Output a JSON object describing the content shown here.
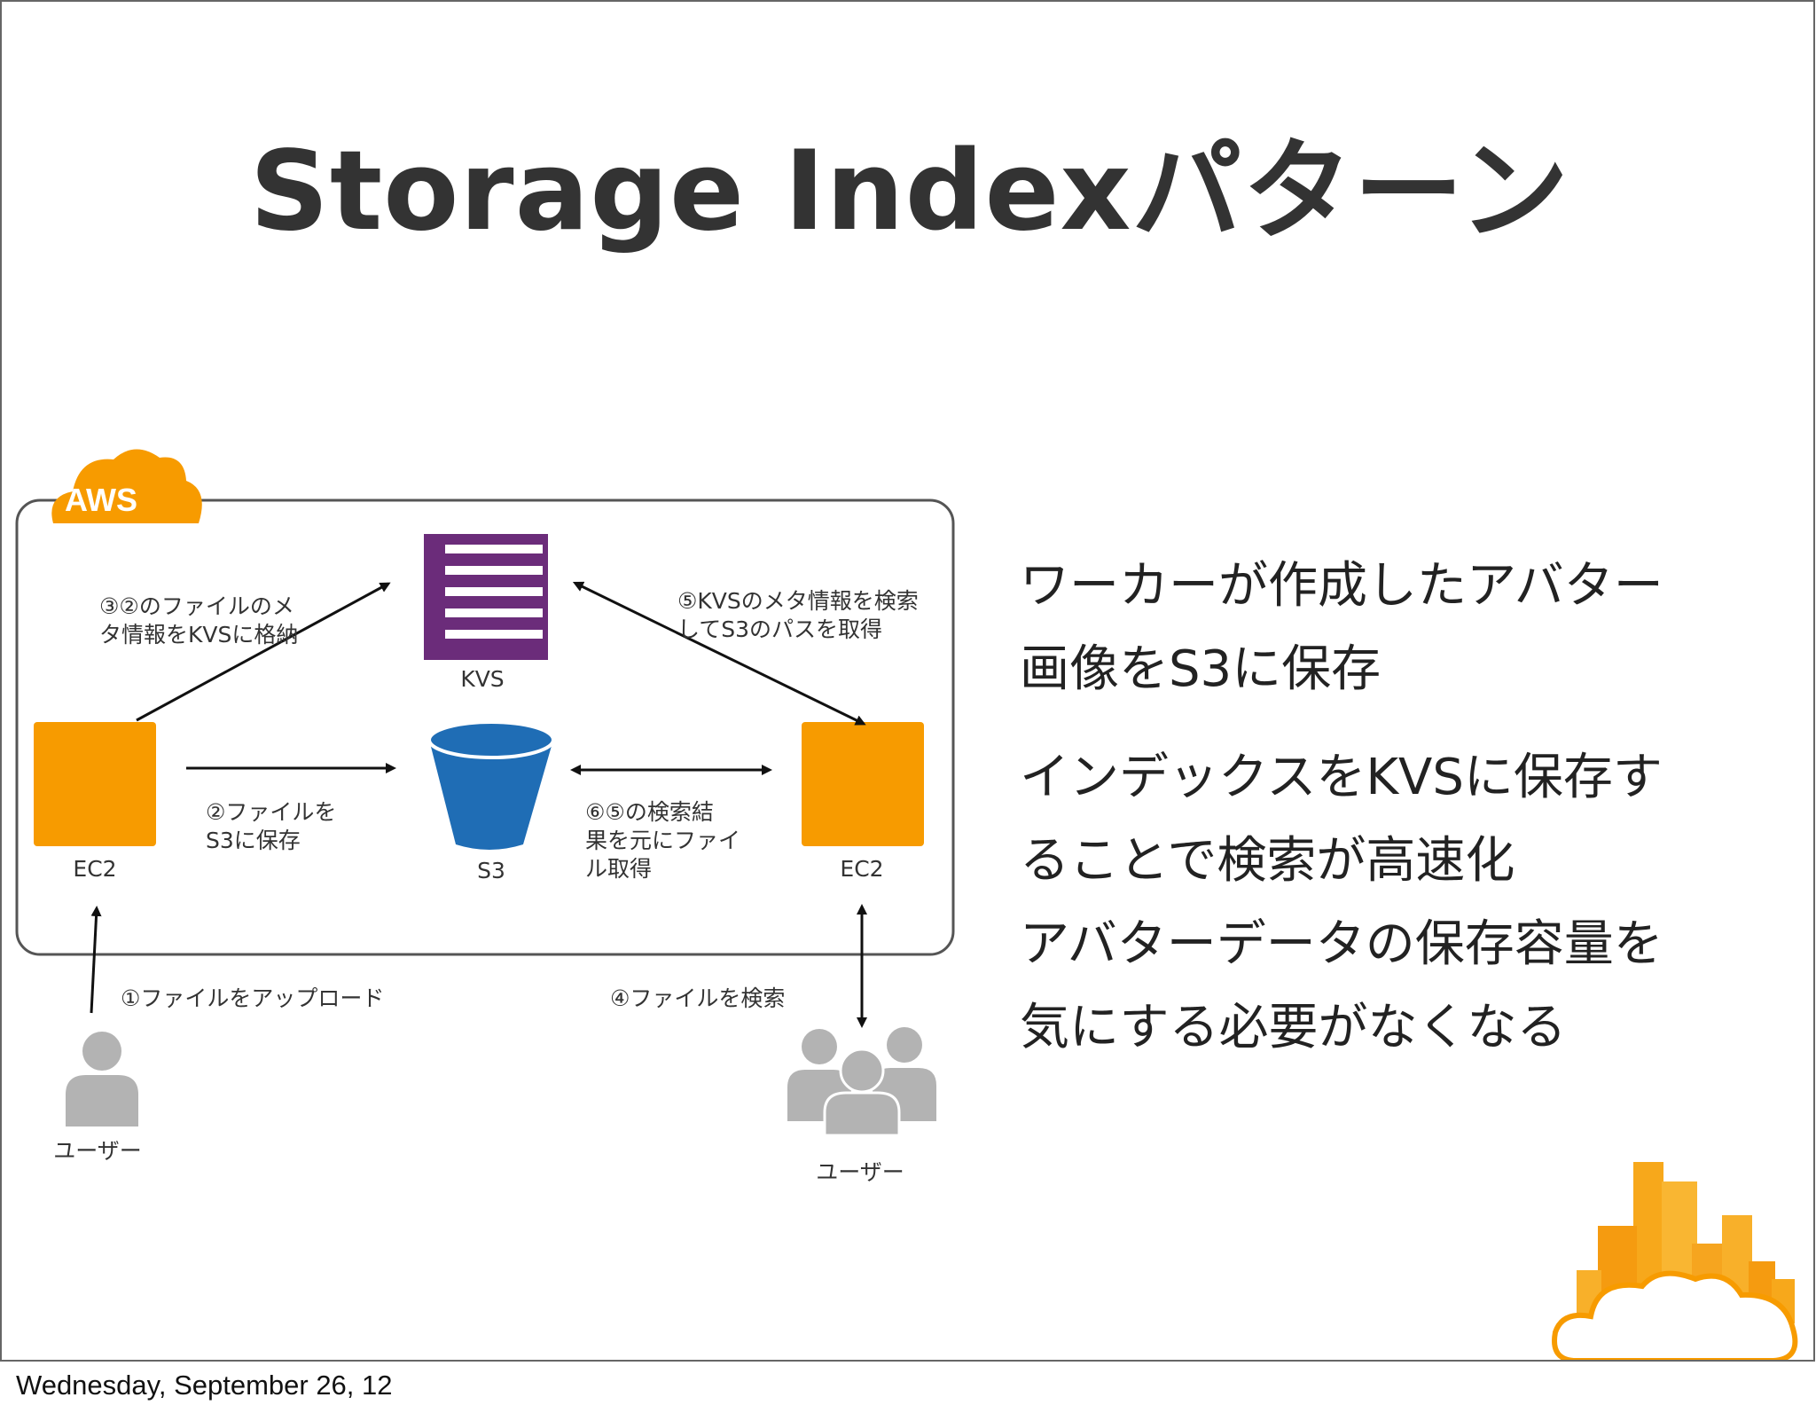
{
  "slide": {
    "title": "Storage Indexパターン",
    "footer": "Wednesday, September 26, 12"
  },
  "diagram": {
    "cloud_badge": "AWS",
    "nodes": {
      "kvs": "KVS",
      "s3": "S3",
      "ec2_left": "EC2",
      "ec2_right": "EC2",
      "user_left": "ユーザー",
      "user_right": "ユーザー"
    },
    "annotations": {
      "step1": "①ファイルをアップロード",
      "step2": [
        "②ファイルを",
        "S3に保存"
      ],
      "step3": [
        "③②のファイルのメ",
        "タ情報をKVSに格納"
      ],
      "step4": "④ファイルを検索",
      "step5": [
        "⑤KVSのメタ情報を検索",
        "してS3のパスを取得"
      ],
      "step6": [
        "⑥⑤の検索結",
        "果を元にファイ",
        "ル取得"
      ]
    }
  },
  "bullets": [
    [
      "ワーカーが作成したアバター",
      "画像をS3に保存"
    ],
    [
      "インデックスをKVSに保存す",
      "ることで検索が高速化",
      "アバターデータの保存容量を",
      "気にする必要がなくなる"
    ]
  ],
  "colors": {
    "orange": "#f79b00",
    "kvs_purple": "#6b2c7a",
    "s3_blue": "#1f6db5",
    "user_gray": "#b3b3b3",
    "title": "#333333"
  },
  "icons": [
    "aws-cloud-icon",
    "kvs-table-icon",
    "s3-bucket-icon",
    "ec2-instance-icon",
    "user-icon",
    "users-group-icon",
    "aws-city-logo"
  ]
}
